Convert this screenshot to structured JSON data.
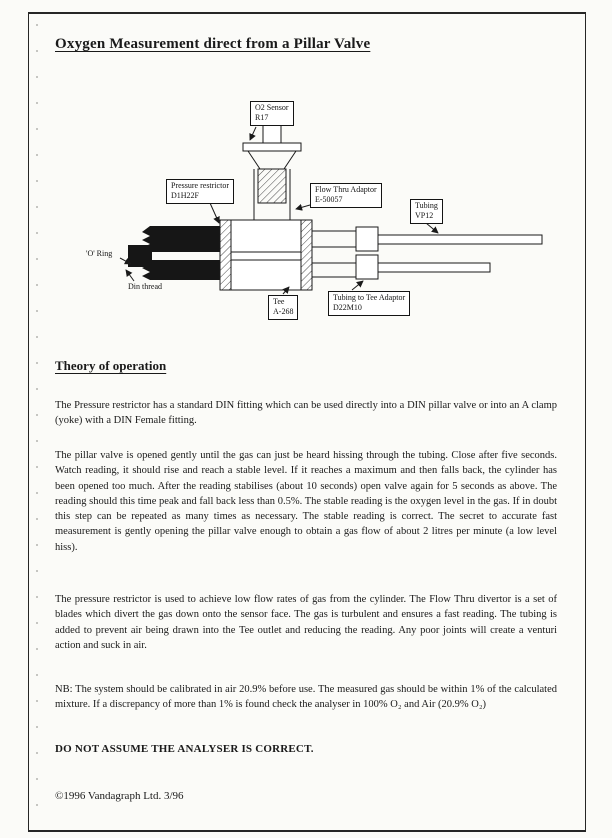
{
  "page": {
    "title": "Oxygen Measurement direct from a Pillar Valve",
    "section_heading": "Theory of operation",
    "paragraphs": {
      "p1": "The Pressure restrictor has a standard DIN fitting which can be used directly into a DIN pillar valve or into an A clamp (yoke) with a DIN Female fitting.",
      "p2": "The pillar valve is opened gently until the gas can just be heard hissing through the tubing. Close after five seconds. Watch reading, it should rise and reach a stable level. If it reaches a maximum and then falls back, the cylinder has been opened too much. After the reading stabilises (about 10 seconds) open valve again for 5 seconds as above. The reading should this time peak and fall back less than 0.5%. The stable reading is the oxygen level in the gas. If in doubt this step can be repeated as many times as necessary. The stable reading is correct. The secret to accurate fast measurement is gently opening the pillar valve enough to obtain a gas flow of about 2 litres per minute (a low level hiss).",
      "p3": "The pressure restrictor is used to achieve low flow rates of gas from the cylinder. The Flow Thru divertor is a set of blades which divert the gas down onto the sensor face. The gas is turbulent and ensures a fast reading. The tubing is added to prevent air being drawn into the Tee outlet and reducing the reading. Any poor joints will create a venturi action and suck in air.",
      "nb": "NB: The system should be calibrated in air 20.9% before use. The measured gas should be within 1% of the calculated mixture. If a discrepancy of more than 1% is found check the analyser in 100% O₂ and Air (20.9% O₂)"
    },
    "warning": "DO NOT ASSUME THE ANALYSER IS CORRECT.",
    "footer": "©1996 Vandagraph Ltd. 3/96"
  },
  "diagram": {
    "labels": {
      "o2_sensor": {
        "line1": "O2 Sensor",
        "line2": "R17"
      },
      "pressure_restrictor": {
        "line1": "Pressure restrictor",
        "line2": "D1H22F"
      },
      "flow_thru": {
        "line1": "Flow Thru Adaptor",
        "line2": "E-50057"
      },
      "tubing": {
        "line1": "Tubing",
        "line2": "VP12"
      },
      "o_ring": {
        "line1": "'O' Ring"
      },
      "din_thread": {
        "line1": "Din thread"
      },
      "tee": {
        "line1": "Tee",
        "line2": "A-268"
      },
      "tubing_tee_adaptor": {
        "line1": "Tubing to Tee Adaptor",
        "line2": "D22M10"
      }
    }
  }
}
